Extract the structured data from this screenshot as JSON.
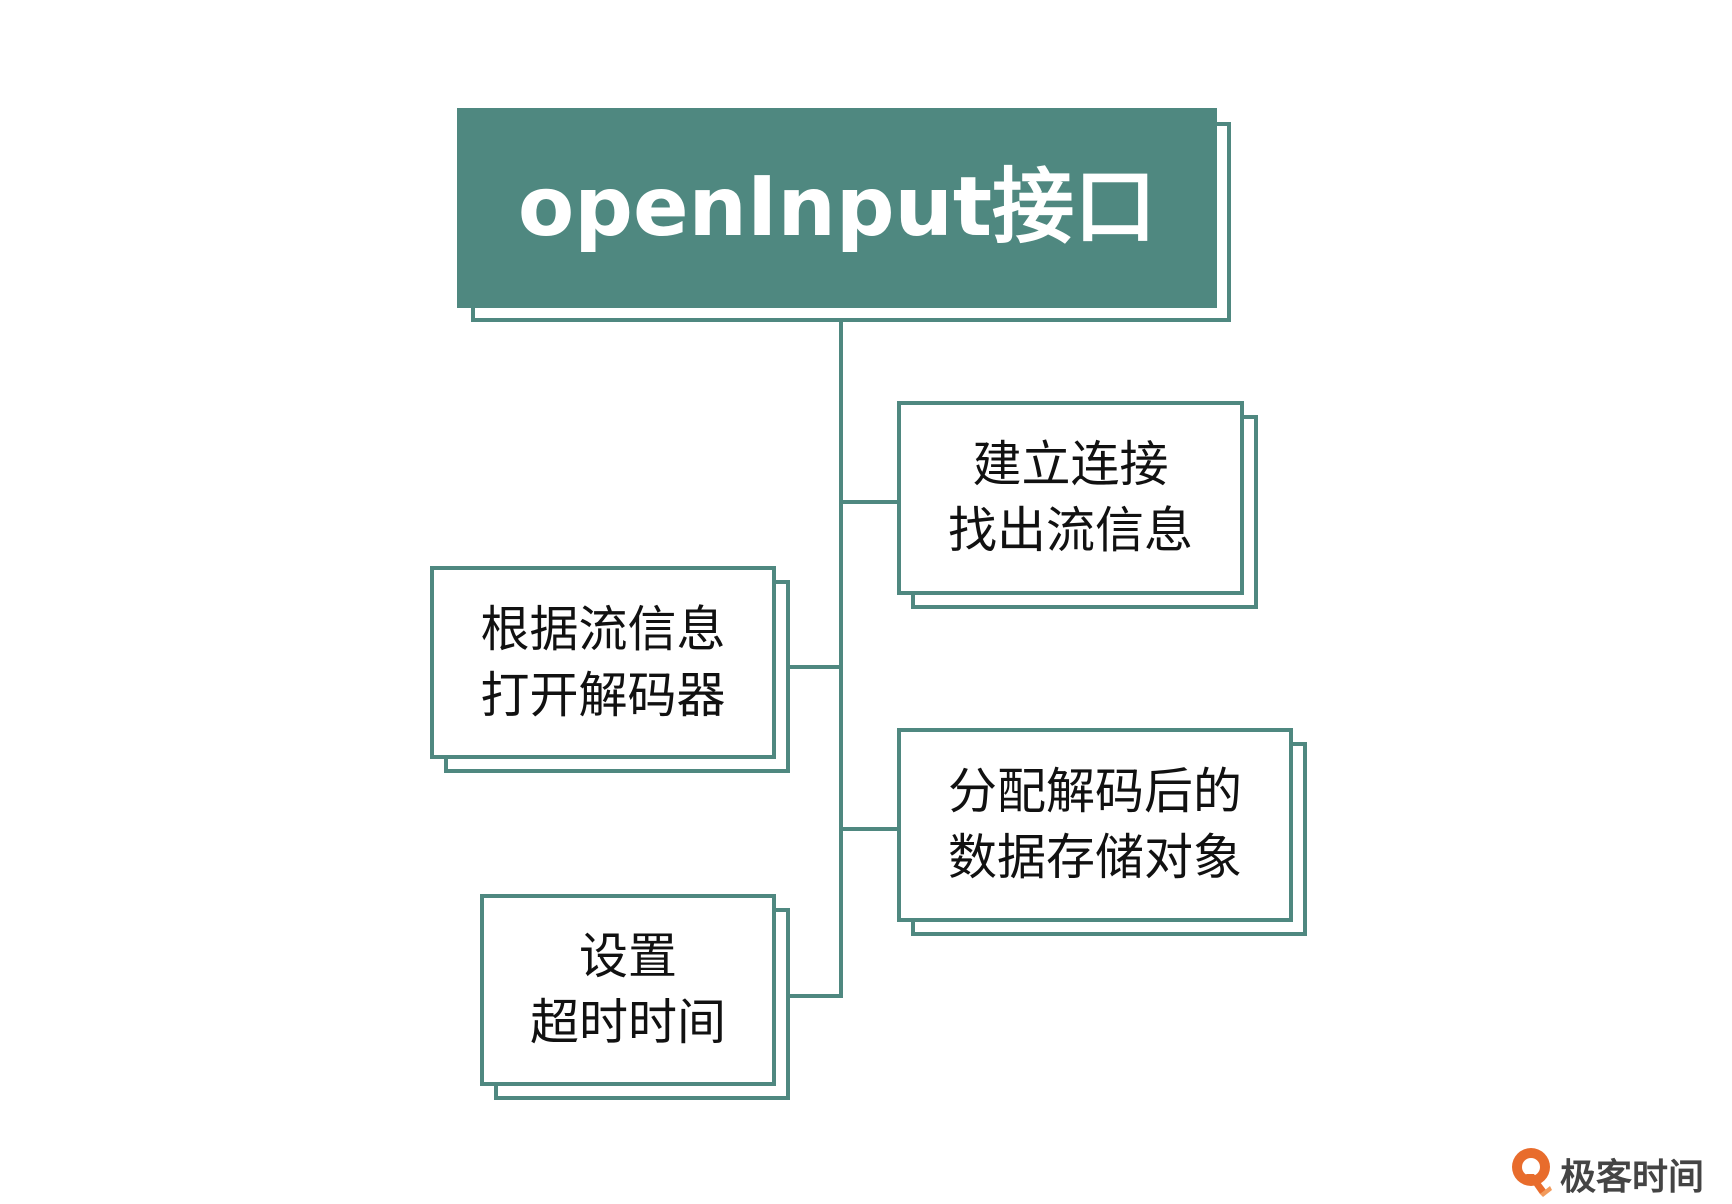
{
  "root": {
    "title": "openInput接口"
  },
  "nodes": [
    {
      "id": "connect",
      "lines": [
        "建立连接",
        "找出流信息"
      ]
    },
    {
      "id": "decoder",
      "lines": [
        "根据流信息",
        "打开解码器"
      ]
    },
    {
      "id": "storage",
      "lines": [
        "分配解码后的",
        "数据存储对象"
      ]
    },
    {
      "id": "timeout",
      "lines": [
        "设置",
        "超时时间"
      ]
    }
  ],
  "brand": {
    "name": "极客时间",
    "icon": "geektime-logo-icon",
    "color": "#e86c2c"
  },
  "colors": {
    "accent": "#4f8880",
    "text": "#111111",
    "background": "#ffffff"
  }
}
